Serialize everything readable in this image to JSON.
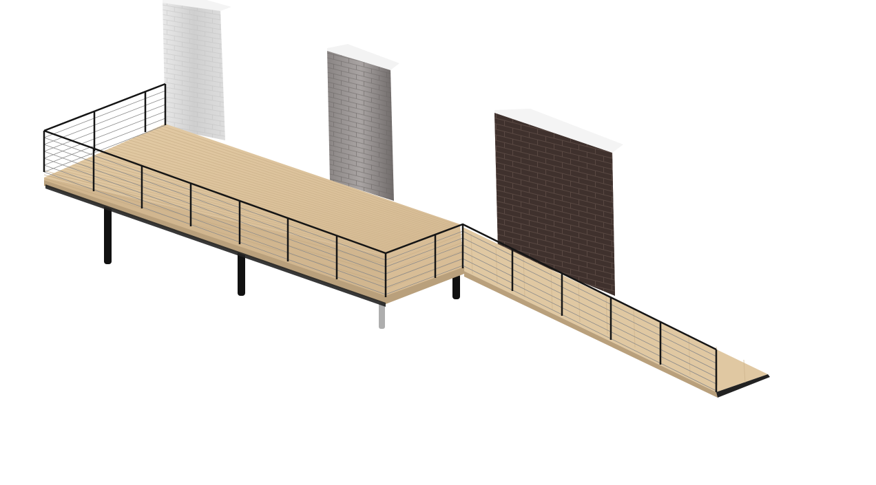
{
  "scene": {
    "subject": "deck-with-ramp-render",
    "colors": {
      "background": "#ffffff",
      "deck_top": "#dcc29c",
      "deck_top_light": "#e6d0ac",
      "deck_edge": "#c9ad86",
      "board_line": "#cdb38c",
      "railing": "#151515",
      "cable": "#8a8a8a",
      "post_leg": "#111111",
      "wall_light": "#d7d7d7",
      "wall_grey": "#7d7877",
      "wall_dark": "#3f312d",
      "wall_cap": "#f4f4f4",
      "brick_mortar_dark": "#5a4943",
      "brick_mortar_grey": "#9a9594",
      "brick_mortar_light": "#e8e8e8"
    },
    "elements": [
      "white-brick-wall",
      "grey-brick-wall",
      "dark-brick-wall",
      "wooden-deck-platform",
      "wooden-ramp",
      "cable-railing",
      "support-posts"
    ]
  }
}
